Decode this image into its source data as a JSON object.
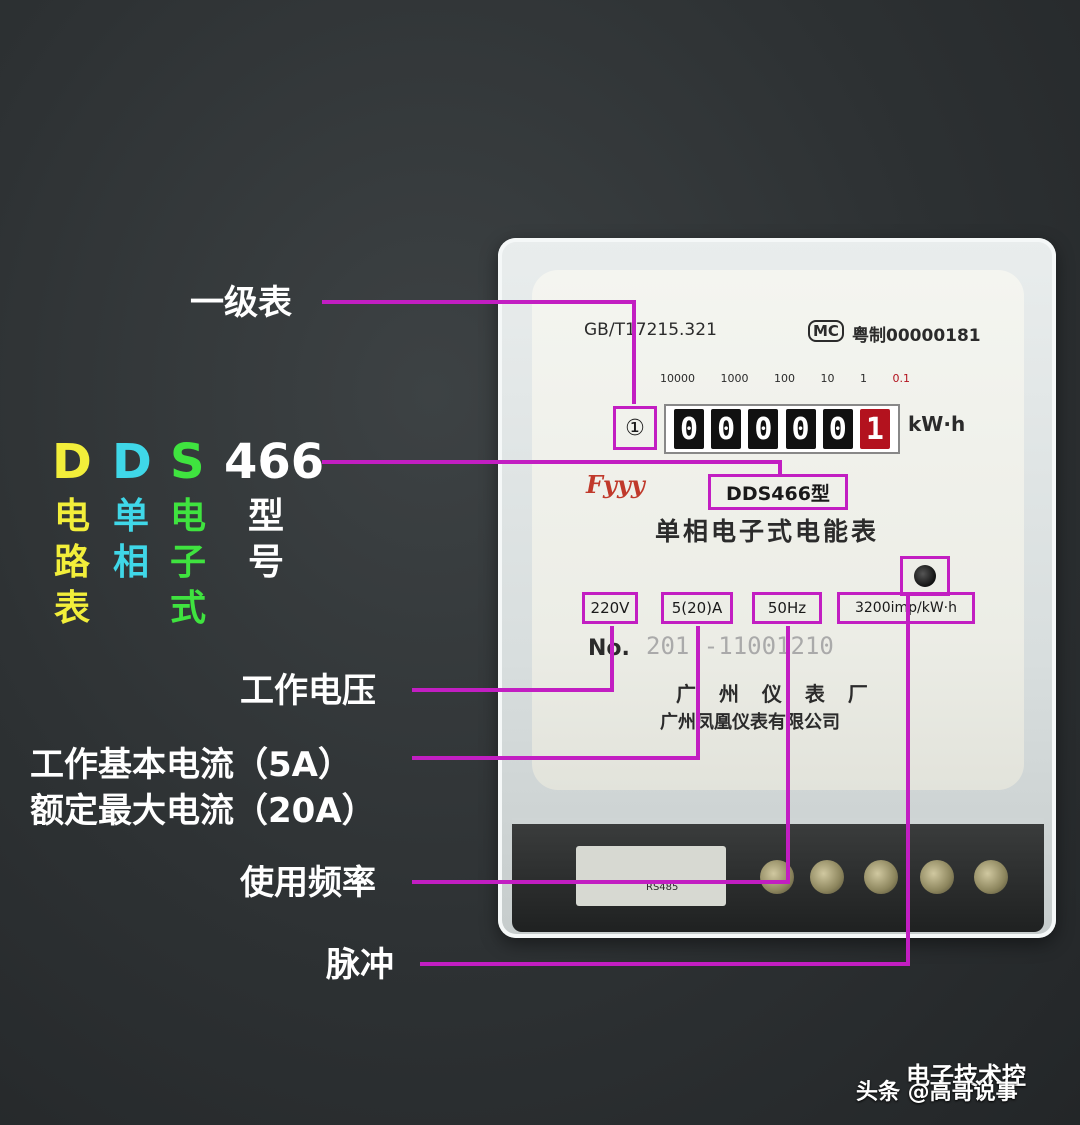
{
  "legend": {
    "letters": [
      {
        "letter": "D",
        "meaning": "电路表",
        "color": "#f2ee3a"
      },
      {
        "letter": "D",
        "meaning": "单相",
        "color": "#3fd7e8"
      },
      {
        "letter": "S",
        "meaning": "电子式",
        "color": "#3fe33f"
      },
      {
        "letter": "466",
        "meaning": "型号",
        "color": "#ffffff"
      }
    ]
  },
  "callouts": {
    "class": "一级表",
    "voltage": "工作电压",
    "current_line1": "工作基本电流（5A）",
    "current_line2": "额定最大电流（20A）",
    "frequency": "使用频率",
    "pulse": "脉冲"
  },
  "meter": {
    "standard": "GB/T17215.321",
    "mc_mark": "MC",
    "license": "粤制00000181",
    "scale": [
      "10000",
      "1000",
      "100",
      "10",
      "1",
      "0.1"
    ],
    "class_mark": "①",
    "digits": [
      "0",
      "0",
      "0",
      "0",
      "0",
      "1"
    ],
    "unit": "kW·h",
    "brand": "Fyyy",
    "model": "DDS466型",
    "type_name": "单相电子式电能表",
    "ratings": {
      "voltage": "220V",
      "current": "5(20)A",
      "frequency": "50Hz",
      "constant": "3200imp/kW·h"
    },
    "serial_label": "No.",
    "serial": "201 -11001210",
    "maker1": "广 州 仪 表 厂",
    "maker2": "广州凤凰仪表有限公司",
    "terminal_label": "RS485"
  },
  "watermark": {
    "line1": "电子技术控",
    "line2": "头条 @高哥说事"
  },
  "colors": {
    "callout": "#c21ec2",
    "background": "#2d3133"
  }
}
